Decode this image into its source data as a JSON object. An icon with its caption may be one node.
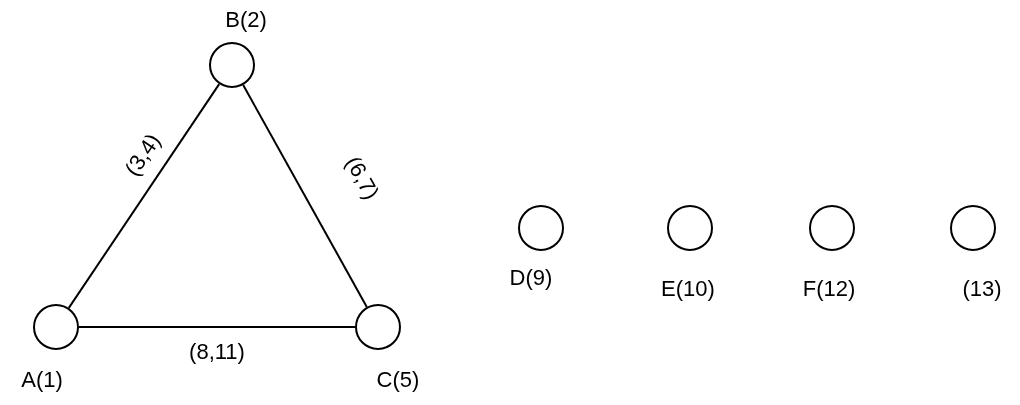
{
  "diagram": {
    "nodes": [
      {
        "text": [],
        "shape": "circle",
        "beside": [
          "A(1)"
        ]
      },
      {
        "text": [],
        "shape": "circle",
        "beside": [
          "B(2)"
        ]
      },
      {
        "text": [],
        "shape": "circle",
        "beside": [
          "C(5)"
        ]
      },
      {
        "text": [],
        "shape": "circle",
        "beside": [
          "D(9)"
        ]
      },
      {
        "text": [],
        "shape": "circle",
        "beside": [
          "E(10)"
        ]
      },
      {
        "text": [],
        "shape": "circle",
        "beside": [
          "F(12)"
        ]
      },
      {
        "text": [],
        "shape": "circle",
        "beside": [
          "(13)"
        ]
      }
    ],
    "edges": [
      {
        "from": 0,
        "to": 1,
        "arrow": "none",
        "label": "(3,4)"
      },
      {
        "from": 1,
        "to": 2,
        "arrow": "none",
        "label": "(6,7)"
      },
      {
        "from": 0,
        "to": 2,
        "arrow": "none",
        "label": "(8,11)"
      }
    ]
  }
}
